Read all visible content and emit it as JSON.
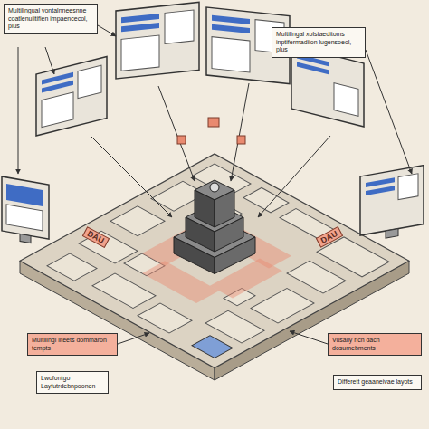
{
  "diagram": {
    "nodes": [
      {
        "text": [
          "Multilingual vontalnneesnne coatlenulitifien impaencecol, plus"
        ]
      },
      {
        "text": [
          "Multilingal xolstaeditoms inptifermadiion lugensoeol, plus"
        ]
      },
      {
        "text": [
          "Multilingl liteets dommaron tempts"
        ]
      },
      {
        "text": [
          "Lwofontgo Layfutrdebnpoonen"
        ]
      },
      {
        "text": [
          "Vusally rich dach dosumebments"
        ]
      },
      {
        "text": [
          "Differett geaaneivae layots"
        ]
      }
    ],
    "labels": [
      "DAU",
      "DAU"
    ]
  }
}
